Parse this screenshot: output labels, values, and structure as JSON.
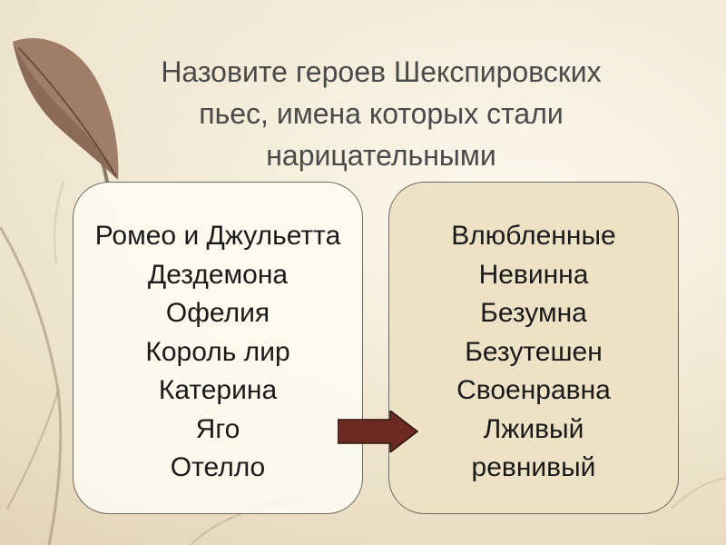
{
  "slide": {
    "title": "Назовите героев Шекспировских\nпьес, имена которых стали\nнарицательными"
  },
  "heroes": [
    "Ромео и Джульетта",
    "Дездемона",
    "Офелия",
    "Король лир",
    "Катерина",
    "Яго",
    "Отелло"
  ],
  "traits": [
    "Влюбленные",
    "Невинна",
    "Безумна",
    "Безутешен",
    "Своенравна",
    "Лживый",
    "ревнивый"
  ],
  "colors": {
    "arrow": "#6b2a22",
    "title_text": "#4a4a4a",
    "left_panel": "#fdfaf0",
    "right_panel": "#ede1c6"
  },
  "icons": {
    "leaf": "dry-leaf-decoration",
    "arrow": "right-arrow-icon"
  }
}
